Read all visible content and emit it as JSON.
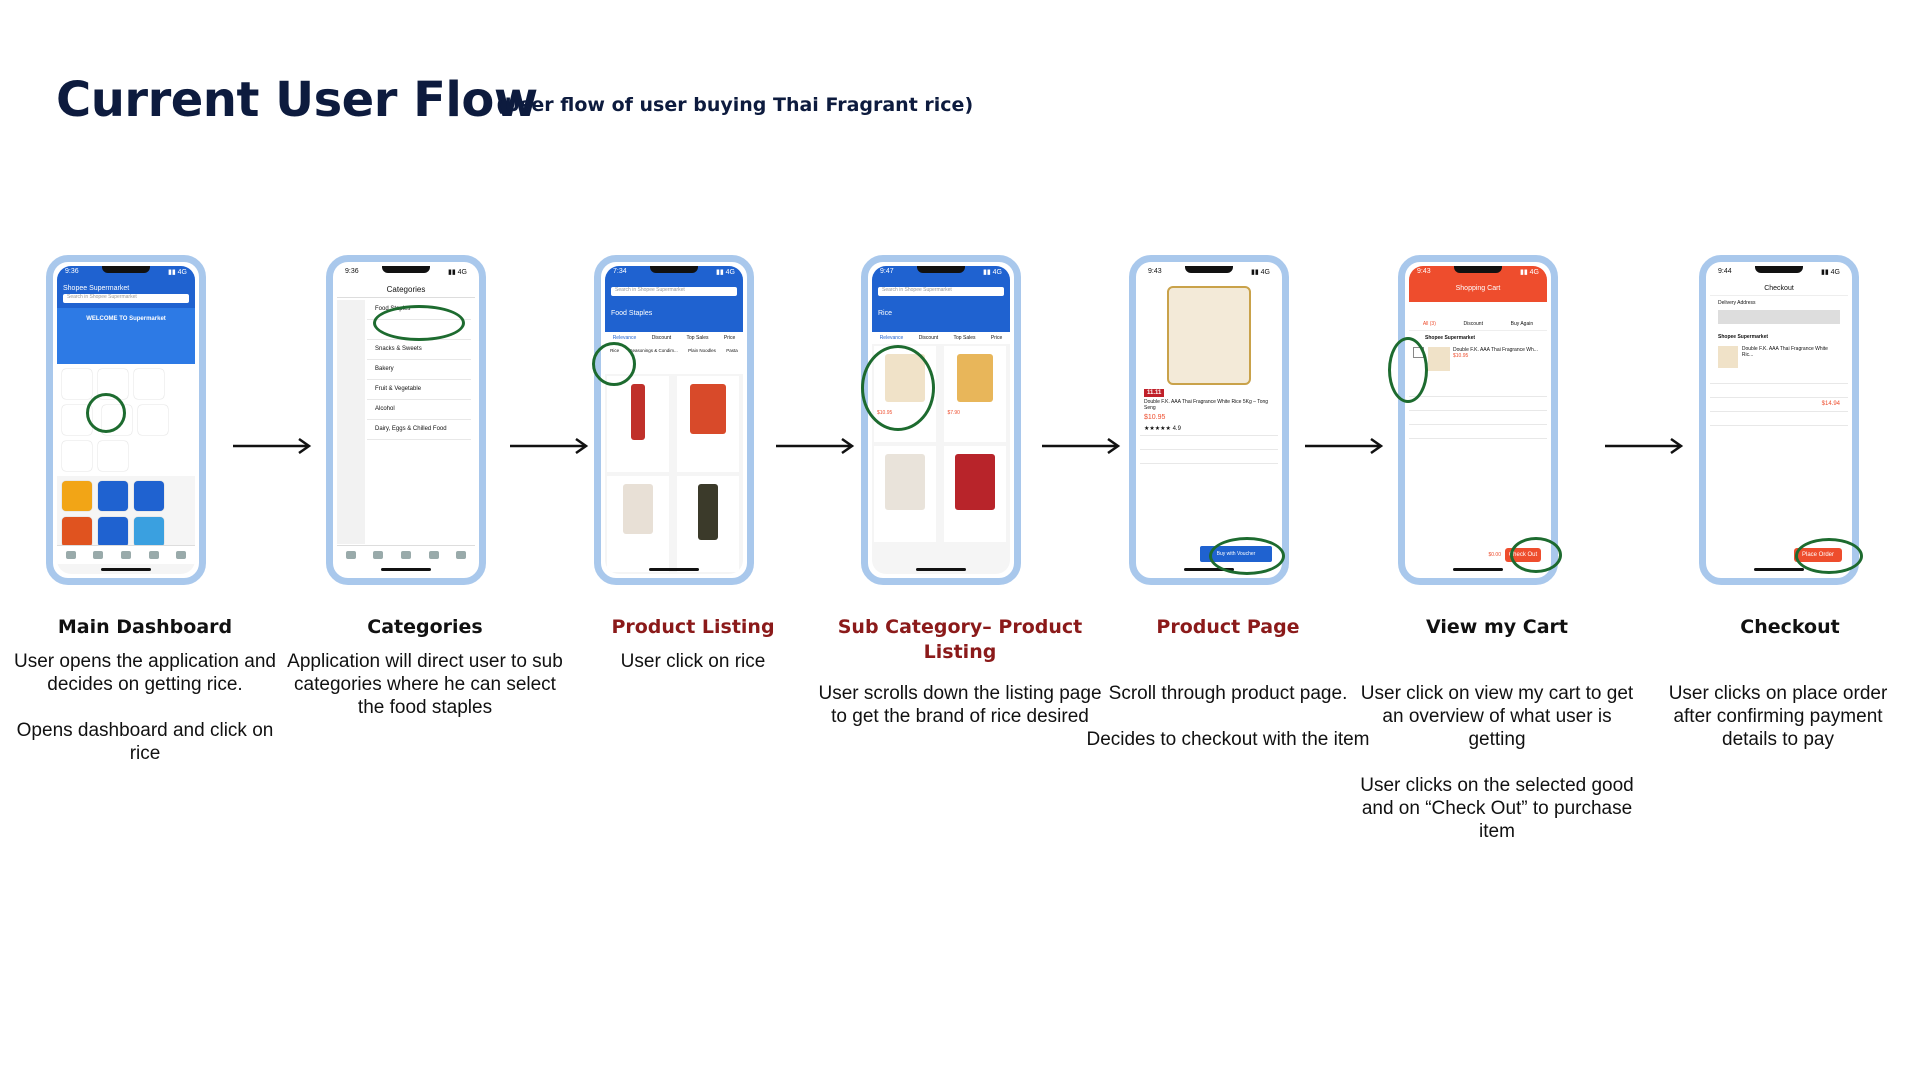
{
  "header": {
    "title": "Current User Flow",
    "subtitle": "(User flow of user buying Thai Fragrant rice)"
  },
  "colors": {
    "accent_title": "#0d1b3e",
    "highlight_label": "#8b1a1a",
    "phone_frame": "#a9c8ec",
    "circle": "#1d6b2f"
  },
  "steps": [
    {
      "label": "Main Dashboard",
      "highlight": false,
      "desc": [
        "User opens the application and decides on getting rice.",
        "Opens dashboard and click on rice"
      ],
      "screen": {
        "time": "9:36",
        "header": "Shopee Supermarket",
        "search": "Search in Shopee Supermarket",
        "banner": "WELCOME TO Supermarket"
      }
    },
    {
      "label": "Categories",
      "highlight": false,
      "desc": [
        "Application will direct user to sub categories where he can select the food staples"
      ],
      "screen": {
        "time": "9:36",
        "header": "Categories",
        "items": [
          "Food Staples",
          "",
          "Snacks & Sweets",
          "Bakery",
          "Fruit & Vegetable",
          "Alcohol",
          "Dairy, Eggs & Chilled Food"
        ]
      }
    },
    {
      "label": "Product Listing",
      "highlight": true,
      "desc": [
        "User click on rice"
      ],
      "screen": {
        "time": "7:34",
        "header": "Food Staples",
        "search": "Search in Shopee Supermarket",
        "tabs": [
          "Relevance",
          "Discount",
          "Top Sales",
          "Price"
        ],
        "cats": [
          "Rice",
          "Seasonings & Condim...",
          "Plain Noodles",
          "Pasta"
        ]
      }
    },
    {
      "label": "Sub Category– Product Listing",
      "highlight": true,
      "desc": [
        "User scrolls down the listing page to get the brand of rice desired"
      ],
      "screen": {
        "time": "9:47",
        "header": "Rice",
        "search": "Search in Shopee Supermarket",
        "tabs": [
          "Relevance",
          "Discount",
          "Top Sales",
          "Price"
        ],
        "prices": [
          "$10.95",
          "$7.90"
        ]
      }
    },
    {
      "label": "Product Page",
      "highlight": true,
      "desc": [
        "Scroll through product page.",
        "Decides to checkout with the item"
      ],
      "screen": {
        "time": "9:43",
        "price": "$10.95",
        "badge": "11.11",
        "product": "Double F.K. AAA Thai Fragrance White Rice 5Kg – Tong Seng",
        "button": "Buy with Voucher",
        "rating": "4.9"
      }
    },
    {
      "label": "View my Cart",
      "highlight": false,
      "desc": [
        "User click on view my cart to get an overview of what user is getting",
        "User clicks on the selected good and on “Check Out” to purchase item"
      ],
      "screen": {
        "time": "9:43",
        "header": "Shopping Cart",
        "tabs": [
          "All (3)",
          "Discount",
          "Buy Again"
        ],
        "shop": "Shopee Supermarket",
        "item": "Double F.K. AAA Thai Fragrance Wh...",
        "price": "$10.95",
        "button": "Check Out (0)",
        "total": "$0.00"
      }
    },
    {
      "label": "Checkout",
      "highlight": false,
      "desc": [
        "User clicks on place order after confirming payment details to pay"
      ],
      "screen": {
        "time": "9:44",
        "header": "Checkout",
        "address": "Delivery Address",
        "shop": "Shopee Supermarket",
        "item": "Double F.K. AAA Thai Fragrance White Ric...",
        "total": "$14.94",
        "button": "Place Order"
      }
    }
  ]
}
